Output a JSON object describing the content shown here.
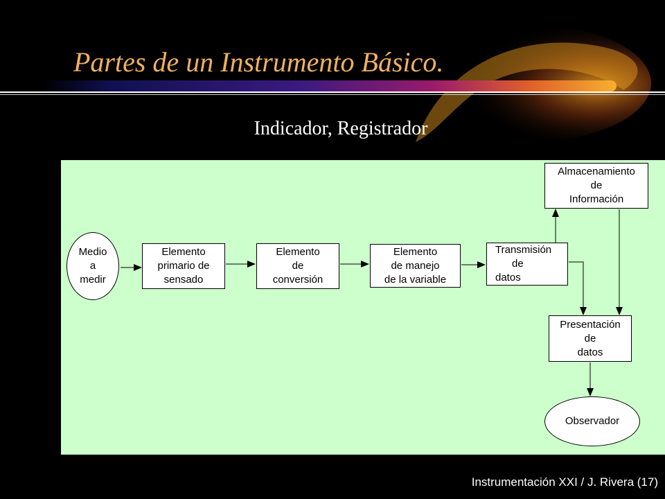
{
  "title": "Partes de un Instrumento Básico.",
  "subtitle": "Indicador,  Registrador",
  "footer": "Instrumentación XXI / J. Rivera (17)",
  "colors": {
    "background": "#000000",
    "title": "#f0b060",
    "panel": "#ccffcc",
    "box_fill": "#ffffff",
    "swoosh_gold": "#f0a020",
    "swoosh_purple": "#8c1a6a",
    "swoosh_navy": "#1a1a70"
  },
  "diagram": {
    "medio": [
      "Medio",
      "a",
      "medir"
    ],
    "elemento_primario": [
      "Elemento",
      "primario de",
      "sensado"
    ],
    "elemento_conversion": [
      "Elemento",
      "de",
      "conversión"
    ],
    "elemento_manejo": [
      "Elemento",
      "de manejo",
      "de la variable"
    ],
    "transmision": [
      "Transmisión",
      "de",
      "datos"
    ],
    "almacenamiento": [
      "Almacenamiento",
      "de",
      "Información"
    ],
    "presentacion": [
      "Presentación",
      "de",
      "datos"
    ],
    "observador": [
      "Observador"
    ]
  }
}
